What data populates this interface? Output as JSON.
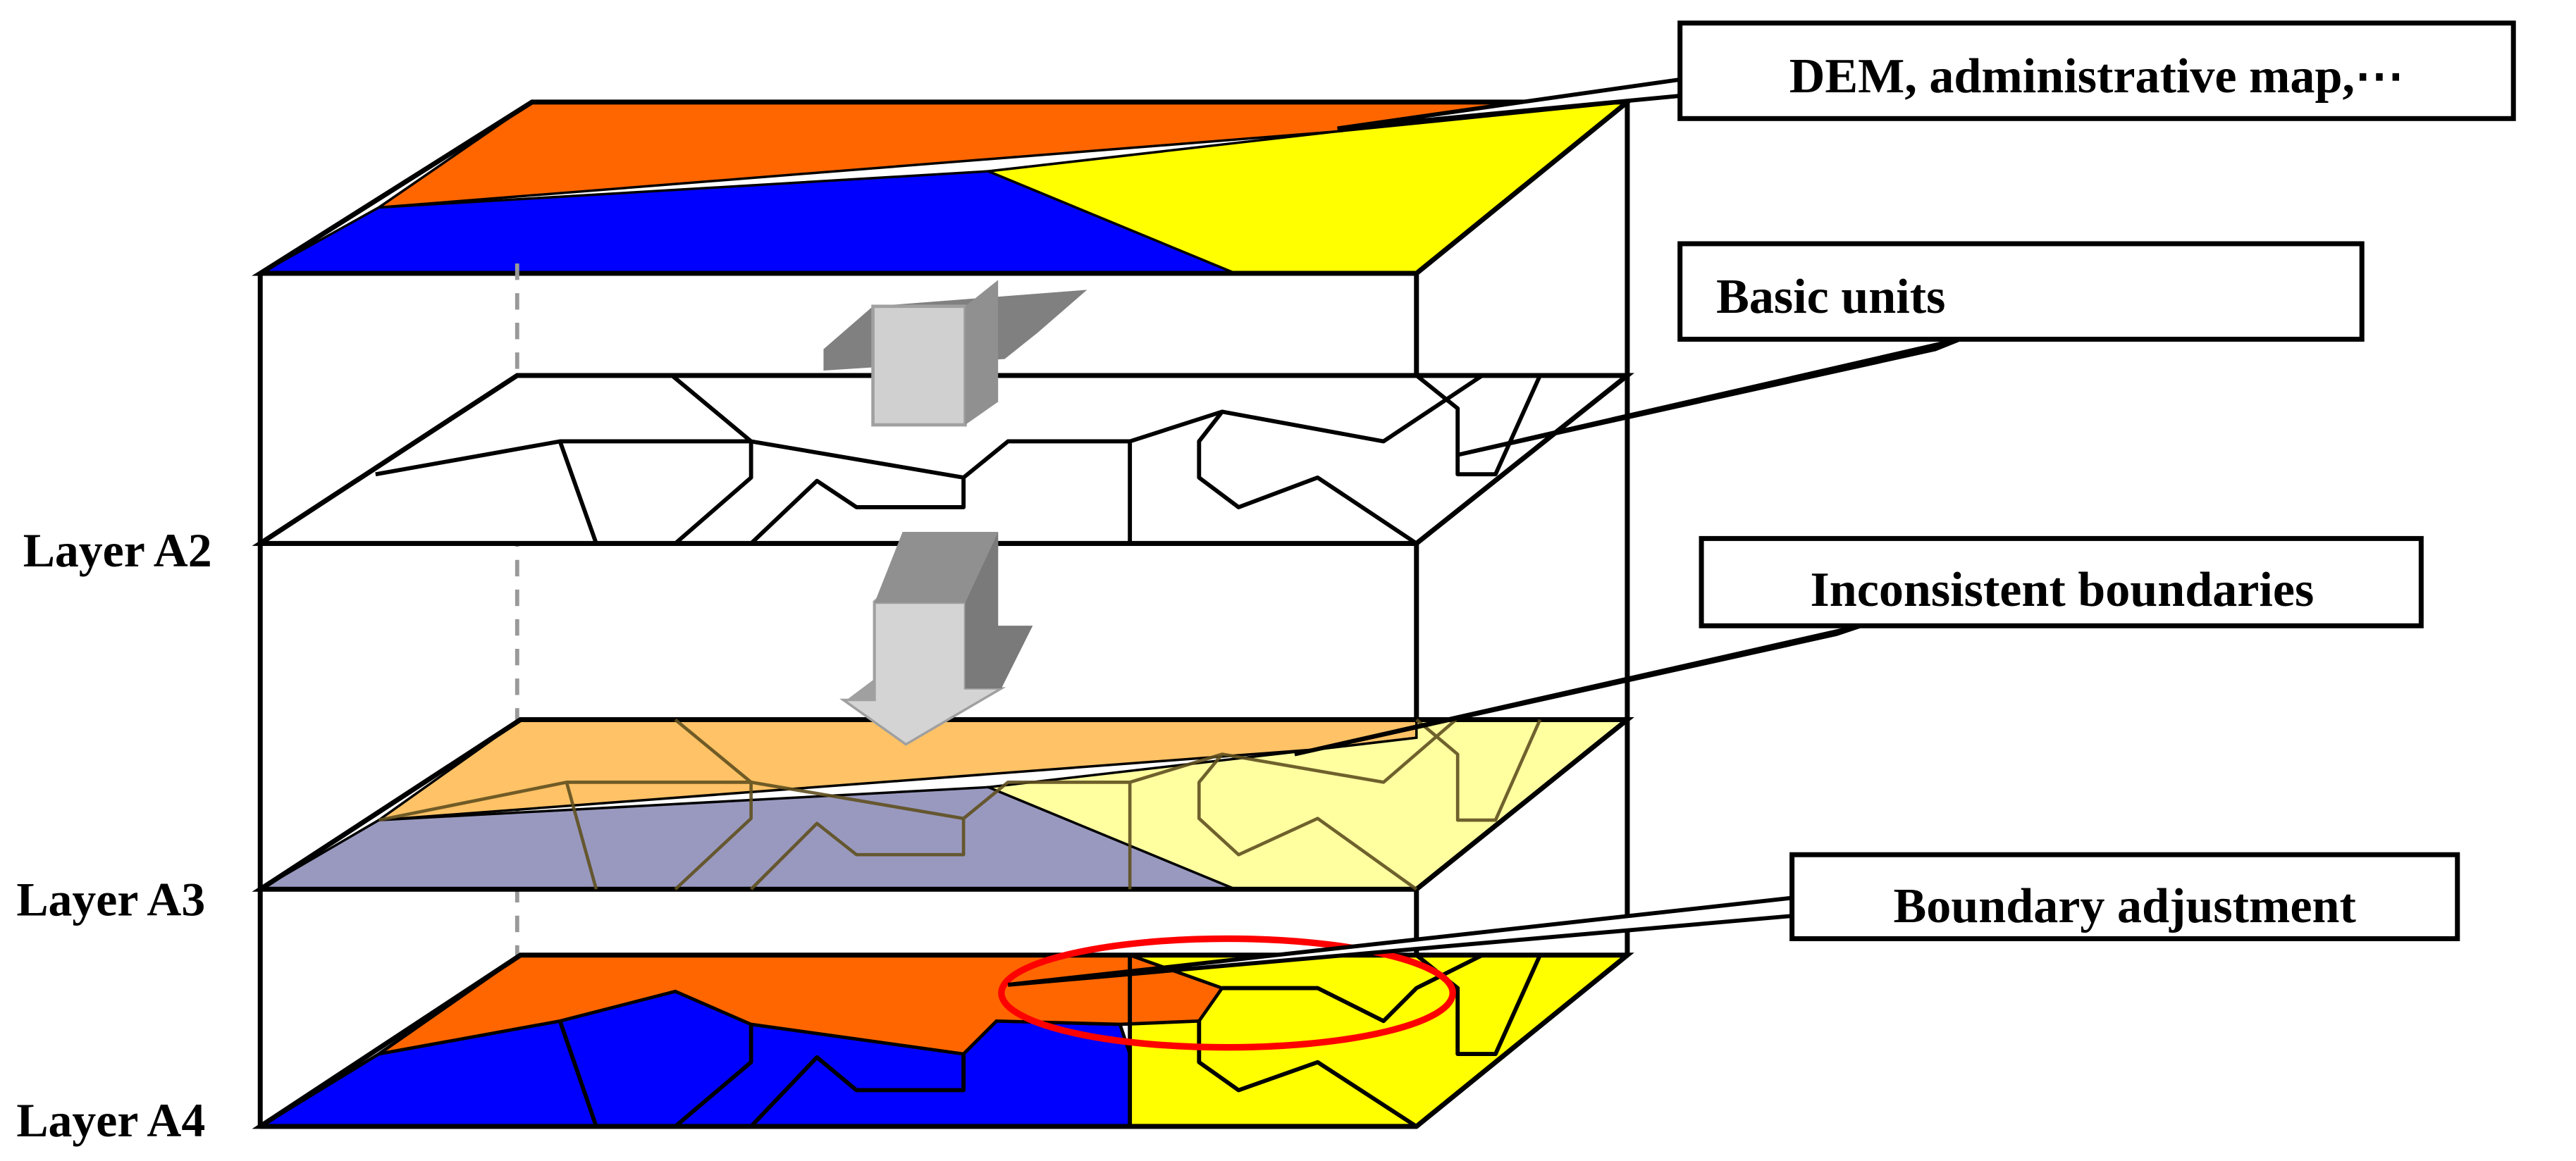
{
  "layers": {
    "a2": "Layer A2",
    "a3": "Layer A3",
    "a4": "Layer A4"
  },
  "callouts": {
    "dem": "DEM, administrative map,⋯",
    "basic_units": "Basic units",
    "inconsistent": "Inconsistent boundaries",
    "adjustment": "Boundary adjustment"
  },
  "colors": {
    "orange": "#ff6600",
    "blue": "#0000ff",
    "yellow": "#ffff00",
    "light_orange": "#ffc266",
    "slate": "#9999c0",
    "light_yellow": "#ffffa0",
    "highlight_ellipse": "#ff0000",
    "arrow": "#c8c8c8"
  }
}
